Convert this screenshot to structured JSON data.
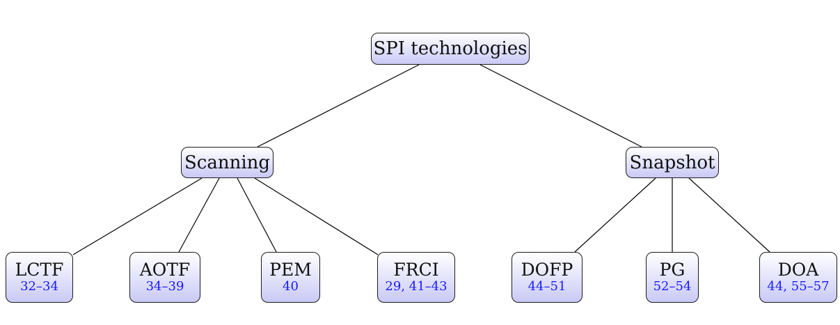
{
  "root": {
    "label": "SPI technologies"
  },
  "branches": [
    {
      "label": "Scanning",
      "leaves": [
        {
          "label": "LCTF",
          "refs": "32–34"
        },
        {
          "label": "AOTF",
          "refs": "34–39"
        },
        {
          "label": "PEM",
          "refs": "40"
        },
        {
          "label": "FRCI",
          "refs": "29, 41–43"
        }
      ]
    },
    {
      "label": "Snapshot",
      "leaves": [
        {
          "label": "DOFP",
          "refs": "44–51"
        },
        {
          "label": "PG",
          "refs": "52–54"
        },
        {
          "label": "DOA",
          "refs": "44, 55–57"
        }
      ]
    }
  ],
  "colors": {
    "node_border": "#1a1a1a",
    "node_fill_top": "#ffffff",
    "node_fill_bottom": "#c9c9f6",
    "ref_text": "#1a1aff",
    "edge": "#000000"
  }
}
